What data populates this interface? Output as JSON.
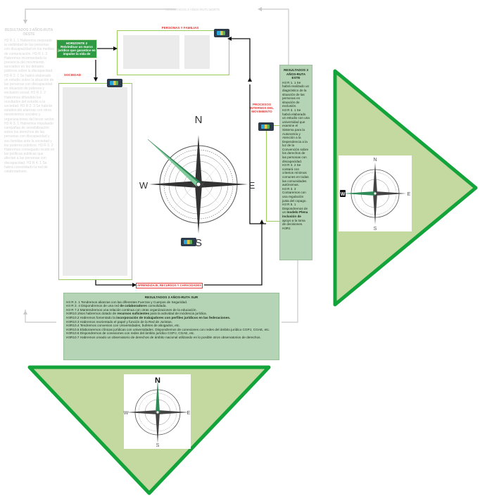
{
  "top_label": "RESULTADOS 3 AÑOS-RUTA NORTE",
  "left_column": {
    "title": "RESULTADOS 3 AÑOS-RUTA OESTE",
    "text": "H3 R 1. 1 Habremos mejorado la visibilidad de las personas con discapacidad en los medios de comunicación. H3 R 1. 2 Habremos incrementado la presencia del movimiento asociativo en los debates públicos sobre la discapacidad. H3 R 2. 1 Se habrá elaborado un estudio sobre la situación de las personas con discapacidad en situación de pobreza y exclusión social. H3 R 2. 2 Habremos difundido los resultados del estudio a la sociedad. H3 R 2. 3 Se habrán establecido alianzas con otros movimientos sociales y organizaciones del tercer sector. H3 R 3. 1 Habremos impulsado campañas de sensibilización sobre los derechos de las personas con discapacidad y sus familias ante la sociedad y los poderes públicos. H3 R 3. 2 Habremos conseguido incidir en las políticas públicas que afectan a las personas con discapacidad. H3 R 4. 1 Se habrá consolidado la red de colaboradores."
  },
  "horizonte": {
    "title": "HORIZONTE 2",
    "text": "Reivindicar un marco jurídico que garantice en impulse la vida de"
  },
  "labels": {
    "personas": "PERSONAS Y FAMILIAS",
    "sociedad": "SOCIEDAD",
    "procesos": "PROCESOS INTERNOS DEL MOVIMIENTO",
    "aprendizaje": "APRENDIZAJE, RECURSOS Y CAPACIDADES"
  },
  "compass": {
    "n": "N",
    "s": "S",
    "e": "E",
    "w": "W"
  },
  "ruta_este": {
    "title": "RESULTADOS 3 AÑOS-RUTA ESTE",
    "items": [
      {
        "pre": "H3 R 1. 1 Se habrá realizado un diagnóstico de la situación de las personas en situación de exclusión.",
        "bold": "",
        "post": ""
      },
      {
        "pre": "H3 R 3. 1 Se habrá elaborado un estudio con una universidad que examine el Sistema para la Autonomía y Atención a la Dependencia a la luz de la Convención sobre los derechos de las personas con discapacidad.",
        "bold": "",
        "post": ""
      },
      {
        "pre": "H3 R 3. 2 Se contará con criterios mínimos comunes en todas las comunidades autónomas.",
        "bold": "",
        "post": ""
      },
      {
        "pre": "H3 R 3. 3 Contaremos con una regulación justa del copago.",
        "bold": "",
        "post": ""
      },
      {
        "pre": "H3 R 5. 1 Dispondremos de un ",
        "bold": "modelo Plena inclusión de",
        "post": " apoyo a la toma de decisiones."
      },
      {
        "pre": "H3R1",
        "bold": "",
        "post": ""
      }
    ]
  },
  "ruta_sur": {
    "title": "RESULTADOS 3 AÑOS-RUTA SUR",
    "items": [
      {
        "pre": "H3 R 2. 1  Tendremos alianzas con las diferentes Fuerzas y Cuerpos de Seguridad.",
        "bold": "",
        "post": ""
      },
      {
        "pre": "H3 R 2. 4   Dispondremos de una red ",
        "bold": "de colaboradore",
        "post": "s consolidada."
      },
      {
        "pre": "H3 R 7.2 Mantendremos una relación continua con otras organizaciones de la educación.",
        "bold": "",
        "post": ""
      },
      {
        "pre": "H3R10.1Nos habremos dotado de ",
        "bold": "recursos suficientes",
        "post": " para la actividad de incidencia jurídica."
      },
      {
        "pre": "H3R10.2 Habremos fomentado la ",
        "bold": "incorporación de trabajadores con perfiles jurídicos en las federaciones.",
        "post": ""
      },
      {
        "pre": "H3R10.3 Habremos reorientado el papel y función de la Red de Juristas.",
        "bold": "",
        "post": ""
      },
      {
        "pre": "H3R10.4 Tendremos convenios con Universidades, bufetes de abogados, etc.",
        "bold": "",
        "post": ""
      },
      {
        "pre": "H3R10.5 Elaboraremos clínicas jurídicas con universidades.  Dispondremos de conexiones con redes del ámbito jurídico  CGPJ, CGAE, etc.",
        "bold": "",
        "post": ""
      },
      {
        "pre": "H3R10.6 Dispondremos de conexiones con redes del ámbito jurídico  CGPJ, CGAE, etc.",
        "bold": "",
        "post": ""
      },
      {
        "pre": "H3R10.7 Habremos creado un observatorio de derechos de ámbito nacional utilizando en lo posible otros observatorios de derechos.",
        "bold": "",
        "post": ""
      }
    ]
  },
  "colors": {
    "green_fill": "#c4d9a0",
    "green_stroke": "#12a33a",
    "box_fill": "#b5d3b5",
    "label_red": "#e53935",
    "compass_green": "#2e8b57"
  }
}
